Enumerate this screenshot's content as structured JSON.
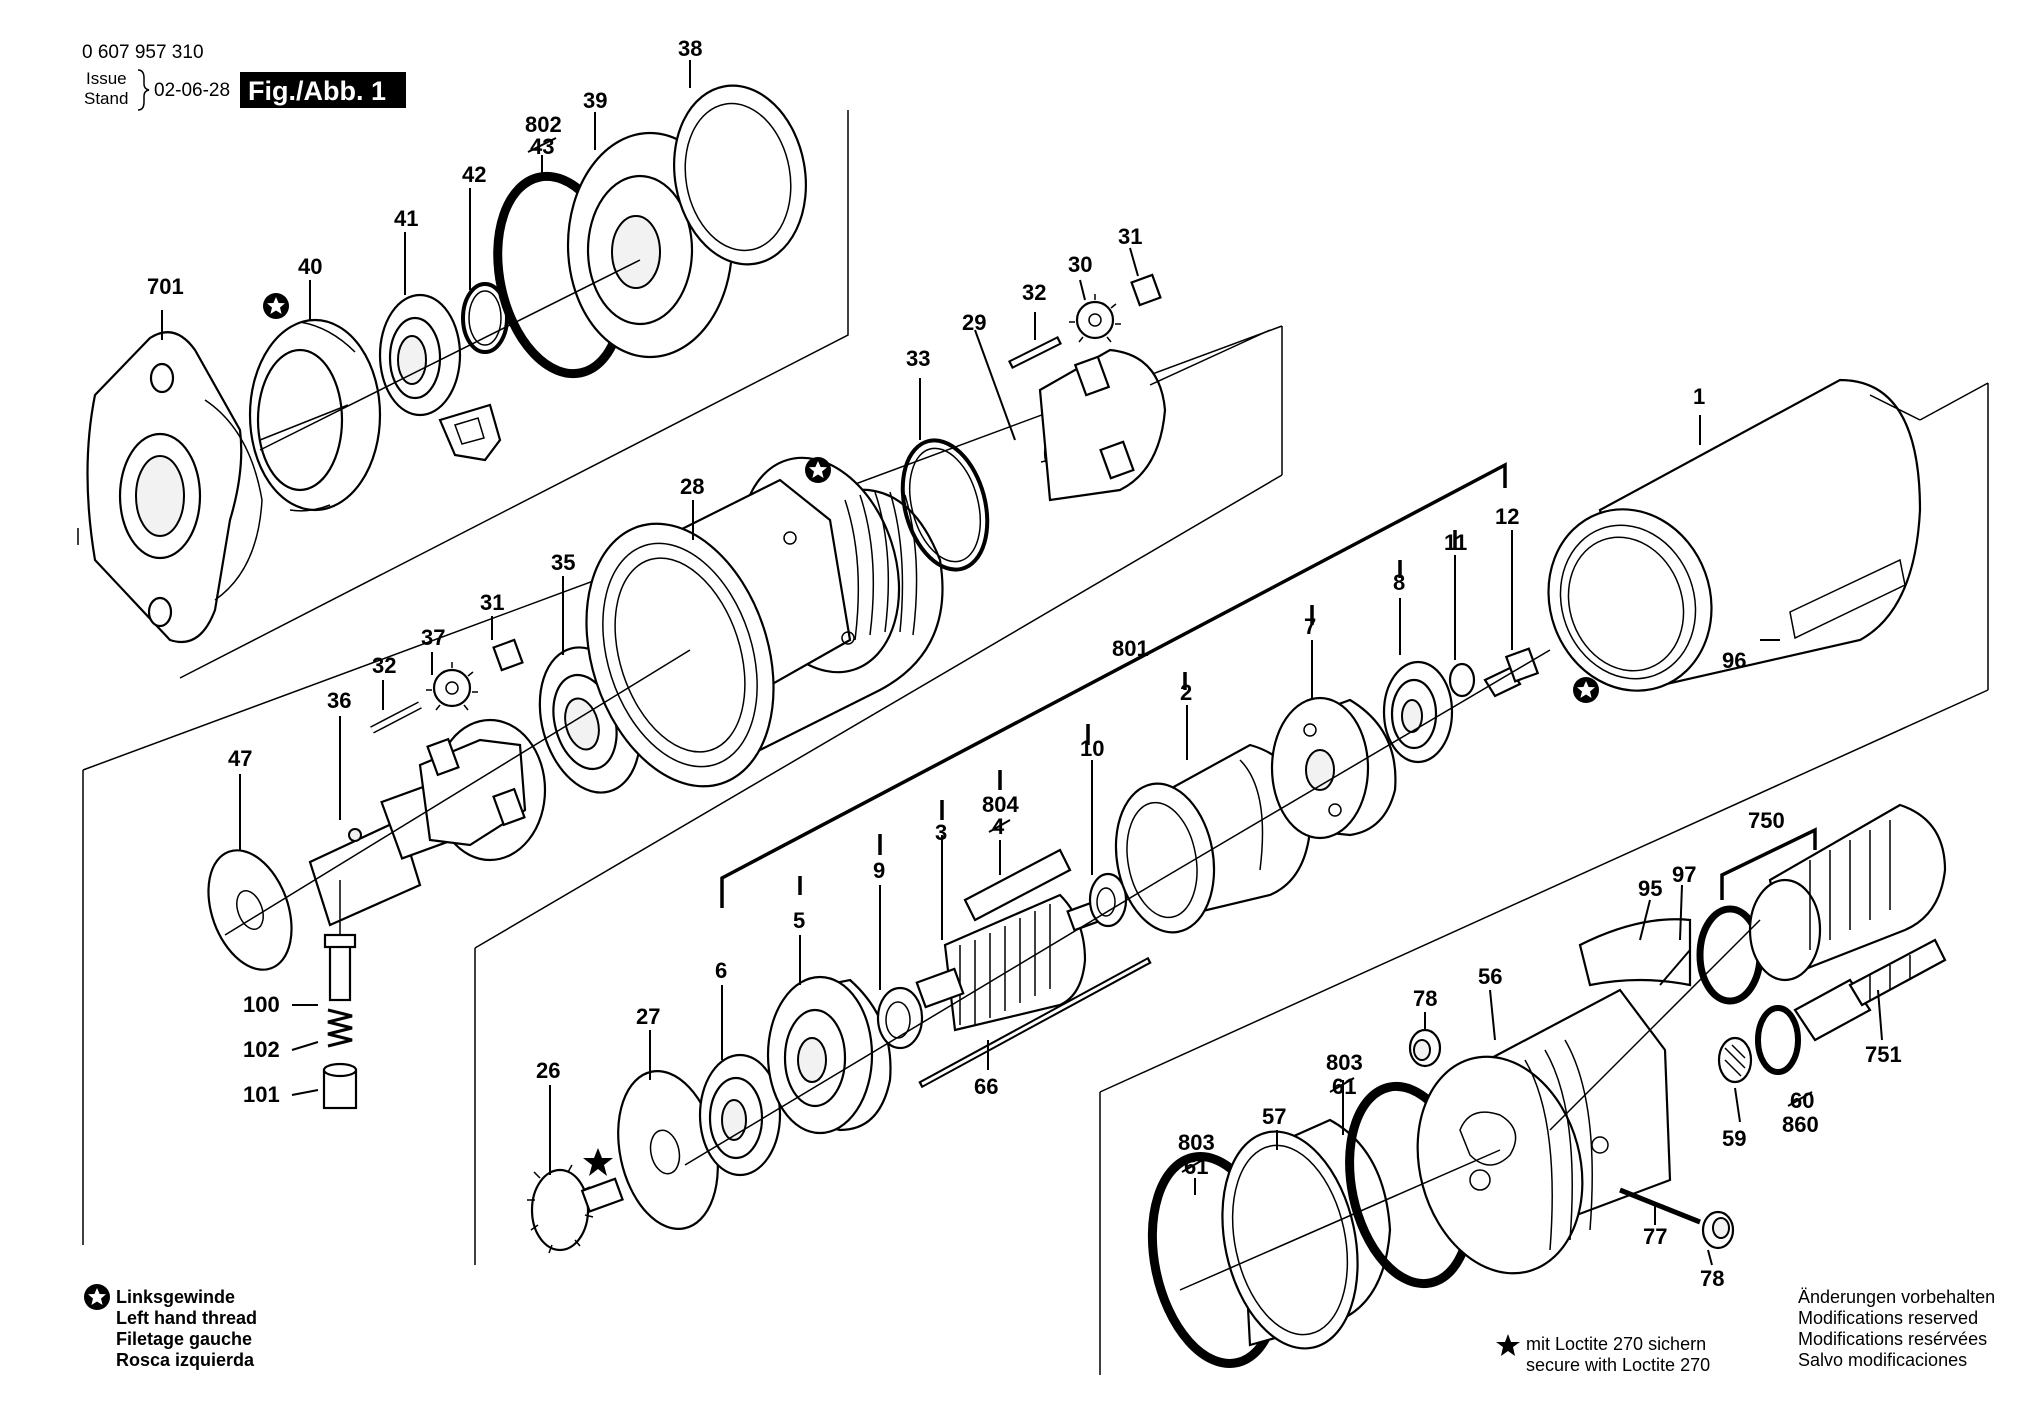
{
  "header": {
    "doc_number": "0 607 957 310",
    "issue_label": "Issue",
    "stand_label": "Stand",
    "date": "02-06-28",
    "figure_title": "Fig./Abb. 1"
  },
  "parts": {
    "p1": "1",
    "p2": "2",
    "p3": "3",
    "p5": "5",
    "p6": "6",
    "p7": "7",
    "p8": "8",
    "p9": "9",
    "p10": "10",
    "p11": "11",
    "p12": "12",
    "p26": "26",
    "p27": "27",
    "p28": "28",
    "p29": "29",
    "p30": "30",
    "p31a": "31",
    "p31b": "31",
    "p32a": "32",
    "p32b": "32",
    "p33": "33",
    "p35": "35",
    "p36": "36",
    "p37": "37",
    "p38": "38",
    "p39": "39",
    "p40": "40",
    "p41": "41",
    "p42": "42",
    "p47": "47",
    "p56": "56",
    "p57": "57",
    "p59": "59",
    "p66": "66",
    "p77": "77",
    "p78a": "78",
    "p78b": "78",
    "p95": "95",
    "p96": "96",
    "p97": "97",
    "p100": "100",
    "p101": "101",
    "p102": "102",
    "p701": "701",
    "p750": "750",
    "p751": "751",
    "p801": "801",
    "p802": "802",
    "p802_old": "43",
    "p803a": "803",
    "p803a_old": "61",
    "p803b": "803",
    "p803b_old": "61",
    "p804": "804",
    "p804_old": "4",
    "p860": "860",
    "p860_old": "60"
  },
  "legend": {
    "left_hand_thread": [
      "Linksgewinde",
      "Left hand thread",
      "Filetage gauche",
      "Rosca izquierda"
    ],
    "loctite": [
      "mit Loctite 270 sichern",
      "secure with Loctite 270"
    ],
    "modifications": [
      "Änderungen vorbehalten",
      "Modifications reserved",
      "Modifications resérvées",
      "Salvo modificaciones"
    ]
  }
}
